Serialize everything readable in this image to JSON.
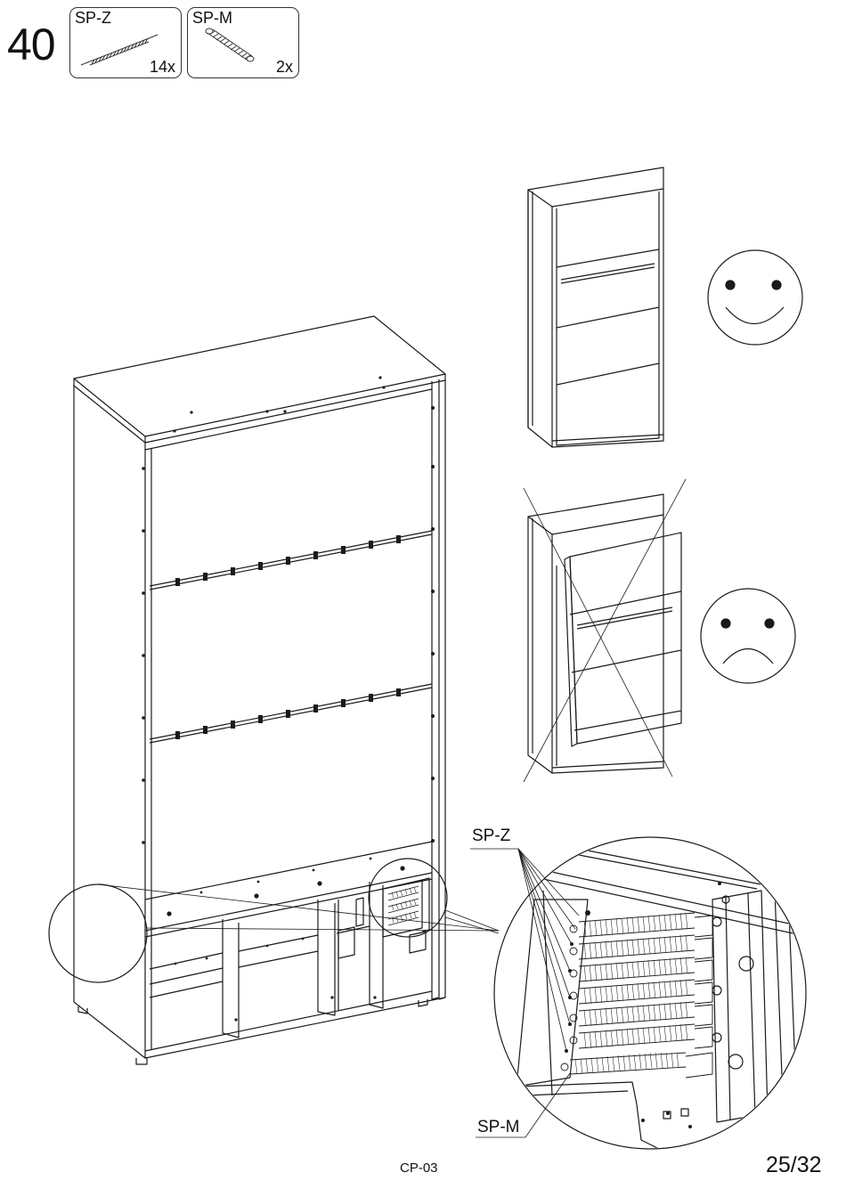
{
  "step": {
    "number": "40"
  },
  "parts": [
    {
      "code": "SP-Z",
      "qty": "14x",
      "icon": "extension-spring-long-icon"
    },
    {
      "code": "SP-M",
      "qty": "2x",
      "icon": "extension-spring-short-icon"
    }
  ],
  "callouts": {
    "spring_z": "SP-Z",
    "spring_m": "SP-M"
  },
  "feedback": {
    "correct_icon": "happy-face-icon",
    "incorrect_icon": "sad-face-icon"
  },
  "footer": {
    "doc_code": "CP-03",
    "page": "25/32"
  }
}
